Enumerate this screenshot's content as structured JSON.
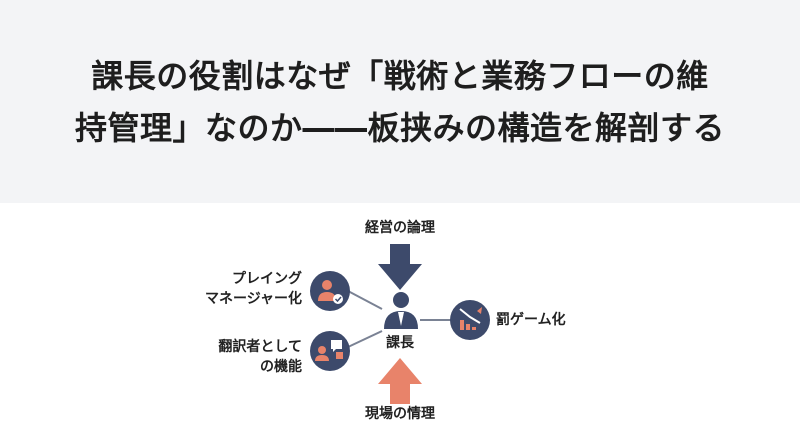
{
  "headline": {
    "line1": "課長の役割はなぜ「戦術と業務フローの維",
    "line2": "持管理」なのか――板挟みの構造を解剖する"
  },
  "diagram": {
    "top_label": "経営の論理",
    "bottom_label": "現場の情理",
    "center_label": "課長",
    "left_top_label": {
      "line1": "プレイング",
      "line2": "マネージャー化"
    },
    "left_bottom_label": {
      "line1": "翻訳者として",
      "line2": "の機能"
    },
    "right_label": "罰ゲーム化",
    "icons": {
      "center": "manager-person-icon",
      "left_top": "person-check-icon",
      "left_bottom": "people-speech-icon",
      "right": "declining-chart-icon"
    },
    "colors": {
      "navy": "#3d4a6b",
      "coral": "#e8836a",
      "line": "#7a8294",
      "header_bg": "#f3f4f6"
    }
  }
}
